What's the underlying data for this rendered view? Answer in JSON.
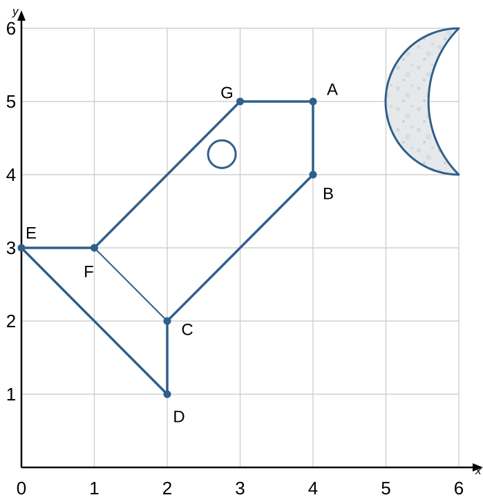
{
  "axes": {
    "x_label": "x",
    "y_label": "y",
    "x_ticks": [
      "0",
      "1",
      "2",
      "3",
      "4",
      "5",
      "6"
    ],
    "y_ticks": [
      "1",
      "2",
      "3",
      "4",
      "5",
      "6"
    ],
    "x_range": [
      0,
      6
    ],
    "y_range": [
      0,
      6
    ],
    "grid": true
  },
  "points": [
    {
      "label": "A",
      "x": 4,
      "y": 5
    },
    {
      "label": "B",
      "x": 4,
      "y": 4
    },
    {
      "label": "C",
      "x": 2,
      "y": 2
    },
    {
      "label": "D",
      "x": 2,
      "y": 1
    },
    {
      "label": "E",
      "x": 0,
      "y": 3
    },
    {
      "label": "F",
      "x": 1,
      "y": 3
    },
    {
      "label": "G",
      "x": 3,
      "y": 5
    }
  ],
  "segments": [
    [
      "G",
      "A"
    ],
    [
      "A",
      "B"
    ],
    [
      "B",
      "C"
    ],
    [
      "C",
      "D"
    ],
    [
      "D",
      "E"
    ],
    [
      "E",
      "F"
    ],
    [
      "F",
      "G"
    ],
    [
      "F",
      "C"
    ]
  ],
  "porthole": {
    "x": 2.75,
    "y": 4.28,
    "r": 0.19
  },
  "moon": {
    "icon": "crescent-moon-icon"
  },
  "colors": {
    "line": "#2f5f8a",
    "grid": "#c8c8c8",
    "axis": "#000000",
    "moon_fill": "#e6e9ec"
  }
}
